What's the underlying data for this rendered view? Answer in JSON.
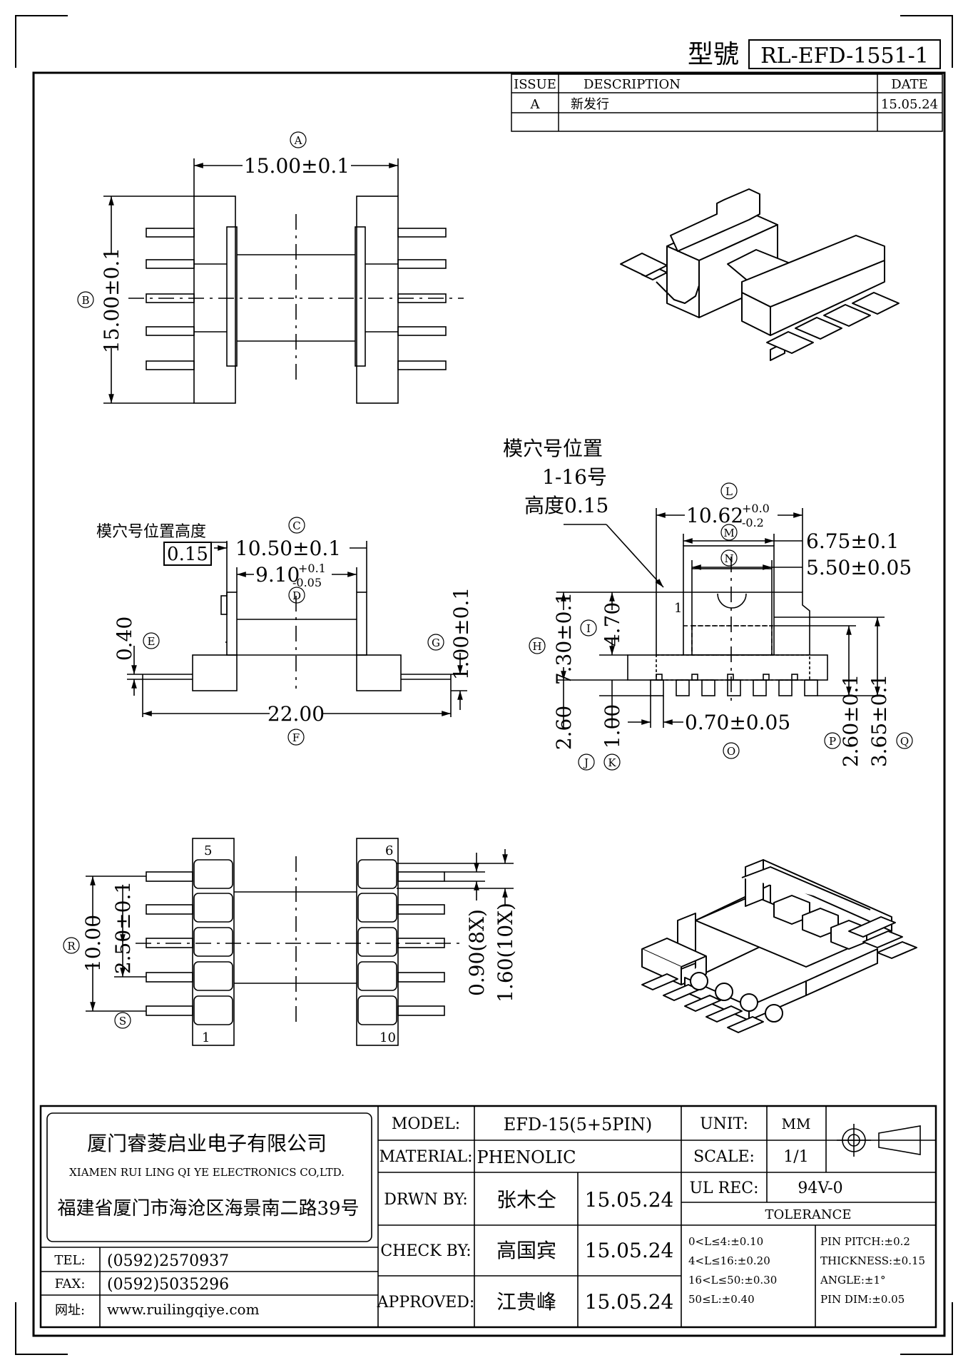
{
  "header": {
    "model_label": "型號",
    "model_number": "RL-EFD-1551-1"
  },
  "revision": {
    "headers": [
      "ISSUE",
      "DESCRIPTION",
      "DATE"
    ],
    "rows": [
      {
        "issue": "A",
        "description": "新发行",
        "date": "15.05.24"
      }
    ]
  },
  "views": {
    "top": {
      "A_tag": "A",
      "A_dim": "15.00±0.1",
      "B_tag": "B",
      "B_dim": "15.00±0.1"
    },
    "side": {
      "cavity_height_label": "模穴号位置高度",
      "cavity_height_value": "0.15",
      "C_tag": "C",
      "C_dim": "10.50±0.1",
      "D_tag": "D",
      "D_dim": "9.10",
      "D_tol_up": "+0.1",
      "D_tol_down": "-0.05",
      "E_tag": "E",
      "E_dim": "0.40",
      "F_tag": "F",
      "F_dim": "22.00",
      "G_tag": "G",
      "G_dim": "1.00±0.1"
    },
    "front": {
      "cavity_label_1": "模穴号位置",
      "cavity_label_2": "1-16号",
      "cavity_label_3": "高度0.15",
      "L_tag": "L",
      "L_dim": "10.62",
      "L_tol_up": "+0.0",
      "L_tol_down": "-0.2",
      "M_tag": "M",
      "M_dim": "6.75±0.1",
      "N_tag": "N",
      "N_dim": "5.50±0.05",
      "H_tag": "H",
      "H_dim": "7.30±0.1",
      "I_tag": "I",
      "I_dim": "4.70",
      "J_tag": "J",
      "J_dim": "2.60",
      "K_tag": "K",
      "K_dim": "1.00",
      "O_tag": "O",
      "O_dim": "0.70±0.05",
      "P_tag": "P",
      "P_dim": "2.60±0.1",
      "Q_tag": "Q",
      "Q_dim": "3.65±0.1",
      "pin_one": "1"
    },
    "bottom": {
      "R_tag": "R",
      "R_dim": "10.00",
      "S_tag": "S",
      "S_dim": "2.50±0.1",
      "pin5": "5",
      "pin6": "6",
      "pin1": "1",
      "pin10": "10",
      "dim_8x": "0.90(8X)",
      "dim_10x": "1.60(10X)"
    }
  },
  "title_block": {
    "company_cn": "厦门睿菱启业电子有限公司",
    "company_en": "XIAMEN RUI LING QI YE ELECTRONICS CO,LTD.",
    "address": "福建省厦门市海沧区海景南二路39号",
    "tel_label": "TEL:",
    "tel": "(0592)2570937",
    "fax_label": "FAX:",
    "fax": "(0592)5035296",
    "web_label": "网址:",
    "web": "www.ruilingqiye.com",
    "model_label": "MODEL:",
    "model": "EFD-15(5+5PIN)",
    "material_label": "MATERIAL:",
    "material": "PHENOLIC",
    "drawn_label": "DRWN BY:",
    "drawn_name": "张木仝",
    "drawn_date": "15.05.24",
    "check_label": "CHECK BY:",
    "check_name": "高国宾",
    "check_date": "15.05.24",
    "approved_label": "APPROVED:",
    "approved_name": "江贵峰",
    "approved_date": "15.05.24",
    "unit_label": "UNIT:",
    "unit": "MM",
    "scale_label": "SCALE:",
    "scale": "1/1",
    "ul_label": "UL REC:",
    "ul": "94V-0",
    "tolerance_label": "TOLERANCE",
    "tol_1": "0<L≤4:±0.10",
    "tol_2": "4<L≤16:±0.20",
    "tol_3": "16<L≤50:±0.30",
    "tol_4": "50≤L:±0.40",
    "tol_5": "PIN PITCH:±0.2",
    "tol_6": "THICKNESS:±0.15",
    "tol_7": "ANGLE:±1°",
    "tol_8": "PIN DIM:±0.05"
  }
}
